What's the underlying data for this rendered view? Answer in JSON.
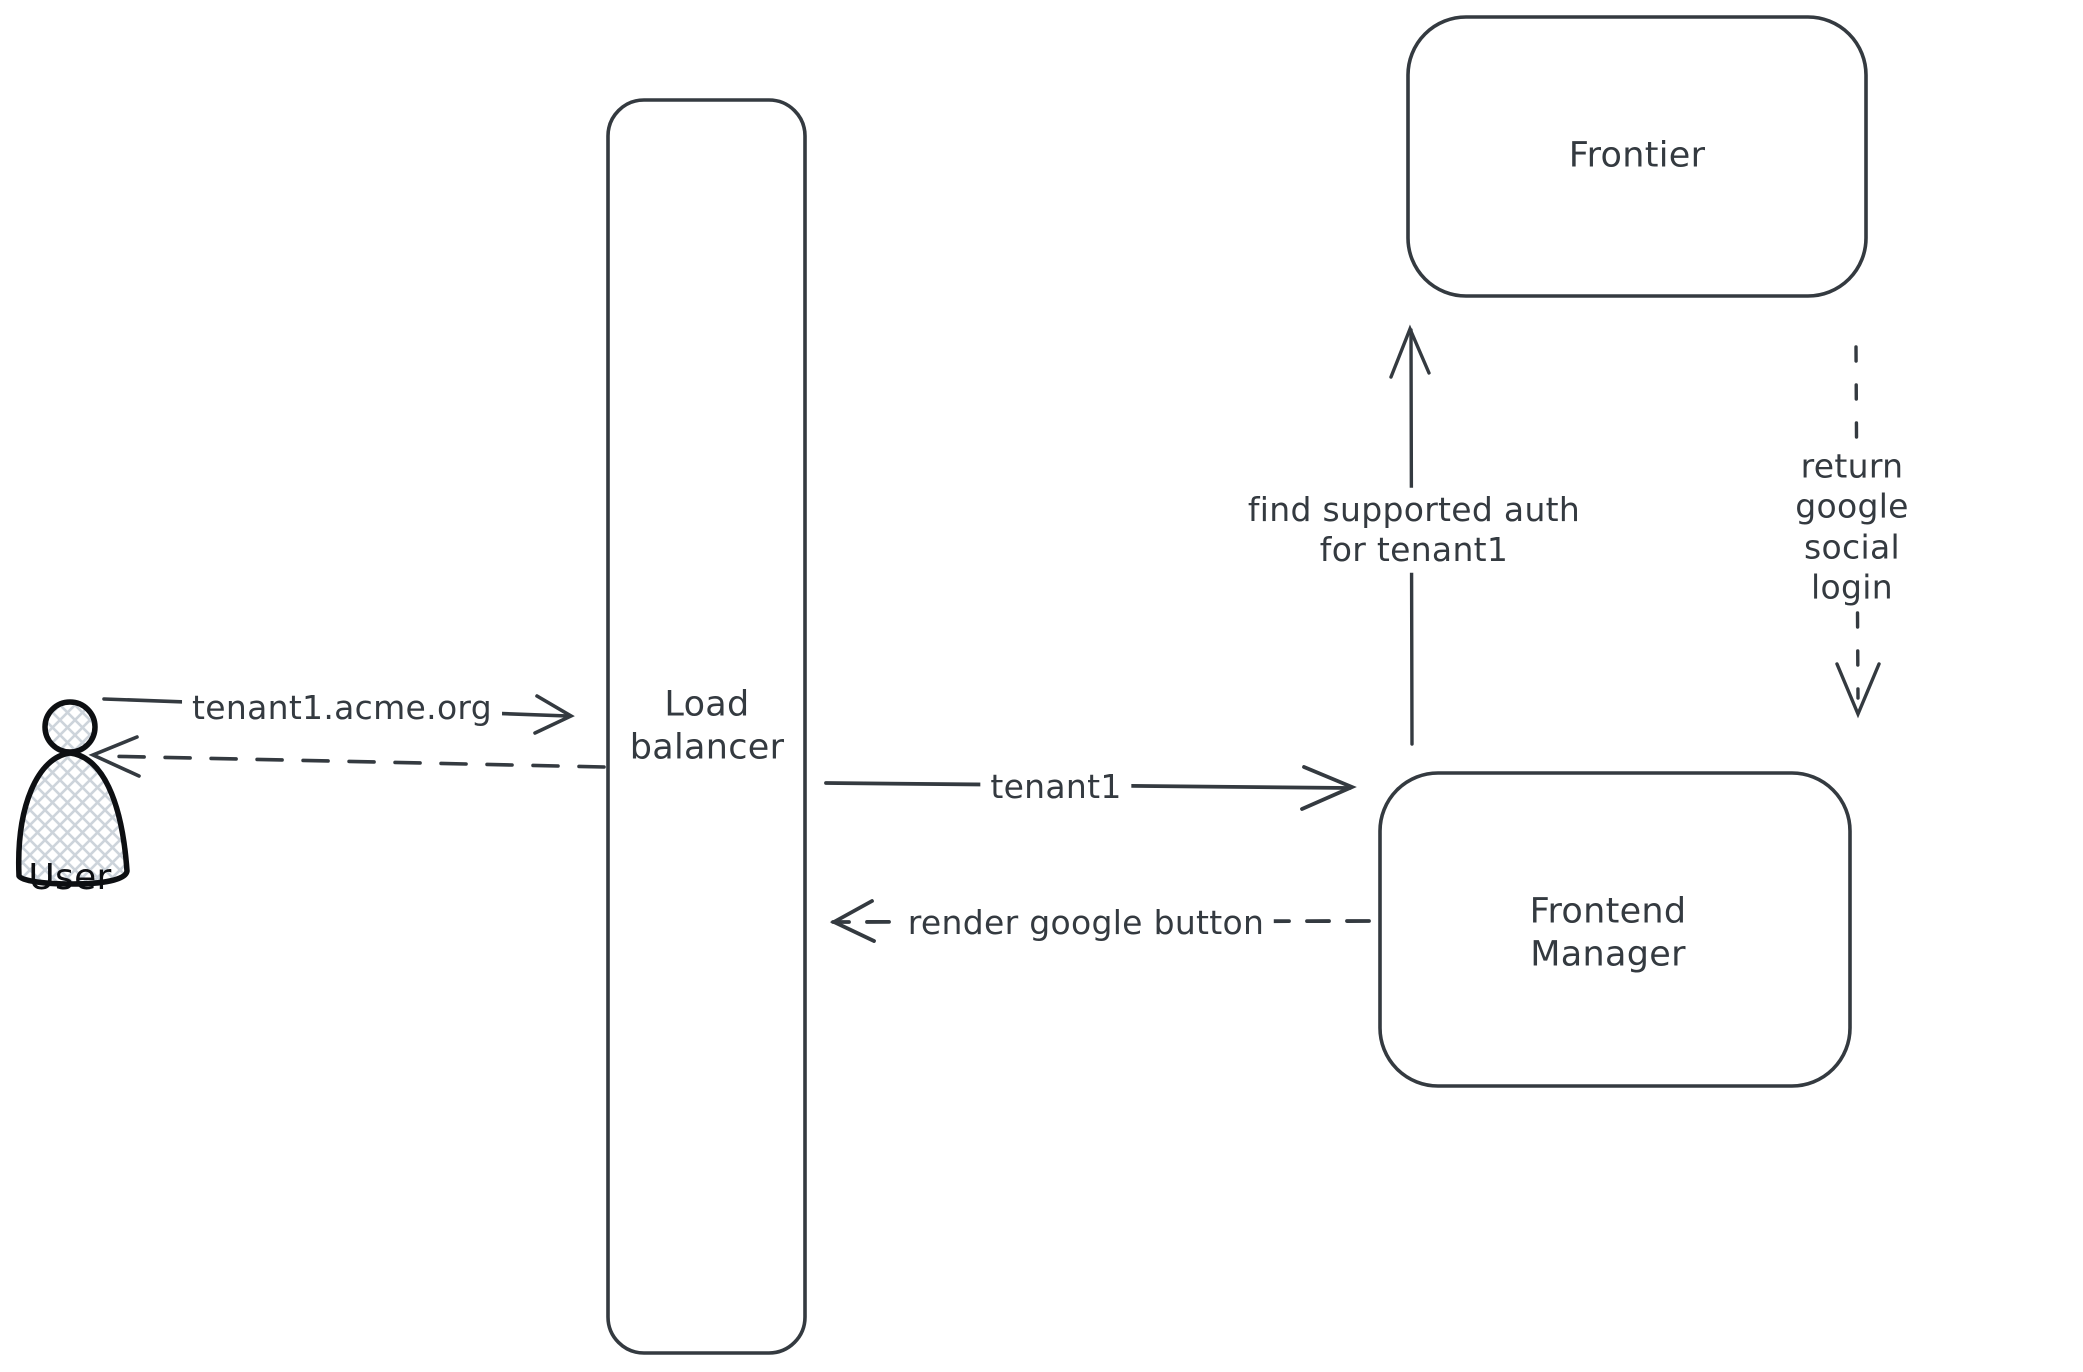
{
  "canvas": {
    "background": "#ffffff",
    "stroke_color": "#343a40",
    "actor_stroke_color": "#0d0f12",
    "hatch_fill_color": "#cdd4db"
  },
  "nodes": {
    "user": {
      "label": "User",
      "type": "actor"
    },
    "load_balancer": {
      "label": "Load\nbalancer",
      "type": "box"
    },
    "frontier": {
      "label": "Frontier",
      "type": "box"
    },
    "frontend_manager": {
      "label": "Frontend\nManager",
      "type": "box"
    }
  },
  "edges": {
    "user_to_load_balancer": {
      "label": "tenant1.acme.org",
      "style": "solid",
      "from": "User",
      "to": "Load balancer"
    },
    "load_balancer_to_user": {
      "label": "",
      "style": "dashed",
      "from": "Load balancer",
      "to": "User"
    },
    "load_balancer_to_frontend_manager": {
      "label": "tenant1",
      "style": "solid",
      "from": "Load balancer",
      "to": "Frontend Manager"
    },
    "frontend_manager_to_load_balancer": {
      "label": "render google button",
      "style": "dashed",
      "from": "Frontend Manager",
      "to": "Load balancer"
    },
    "frontend_manager_to_frontier": {
      "label": "find supported auth\nfor tenant1",
      "style": "solid",
      "from": "Frontend Manager",
      "to": "Frontier"
    },
    "frontier_to_frontend_manager": {
      "label": "return google social\nlogin",
      "style": "dashed",
      "from": "Frontier",
      "to": "Frontend Manager"
    }
  }
}
